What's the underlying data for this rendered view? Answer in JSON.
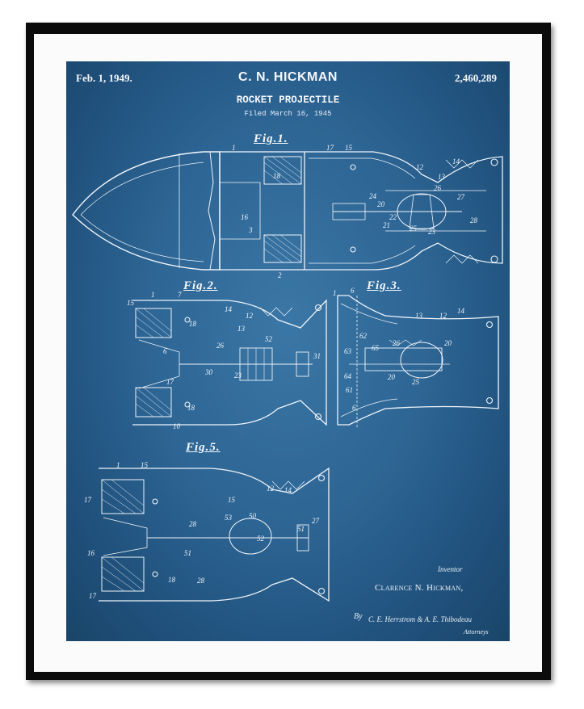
{
  "header": {
    "date": "Feb. 1, 1949.",
    "inventor_heading": "C. N. HICKMAN",
    "patent_number": "2,460,289"
  },
  "title": "ROCKET PROJECTILE",
  "filed": "Filed March 16, 1945",
  "figures": {
    "fig1": "Fig.1.",
    "fig2": "Fig.2.",
    "fig3": "Fig.3.",
    "fig5": "Fig.5."
  },
  "callouts": {
    "fig1": [
      "1",
      "17",
      "15",
      "12",
      "13",
      "18",
      "14",
      "26",
      "24",
      "20",
      "22",
      "27",
      "16",
      "21",
      "25",
      "23",
      "28",
      "3",
      "2"
    ],
    "fig2": [
      "1",
      "7",
      "15",
      "14",
      "12",
      "13",
      "18",
      "6",
      "26",
      "52",
      "31",
      "30",
      "23",
      "17",
      "18",
      "10"
    ],
    "fig3": [
      "1",
      "6",
      "13",
      "12",
      "14",
      "62",
      "65",
      "26",
      "20",
      "63",
      "64",
      "61",
      "20",
      "25",
      "6"
    ],
    "fig5": [
      "1",
      "15",
      "17",
      "12",
      "15",
      "14",
      "28",
      "53",
      "50",
      "27",
      "16",
      "51",
      "52",
      "28",
      "18",
      "17",
      "51"
    ]
  },
  "inventor_caption": "Inventor",
  "inventor_name": "Clarence N. Hickman,",
  "by_label": "By",
  "attorney_signature": "C. E. Herrstrom & A. E. Thibodeau",
  "attorneys_label": "Attorneys",
  "colors": {
    "blueprint_bg": "#2d6594",
    "line": "#eef4fa",
    "frame": "#0b0b0b",
    "mat": "#fbfbfb"
  }
}
